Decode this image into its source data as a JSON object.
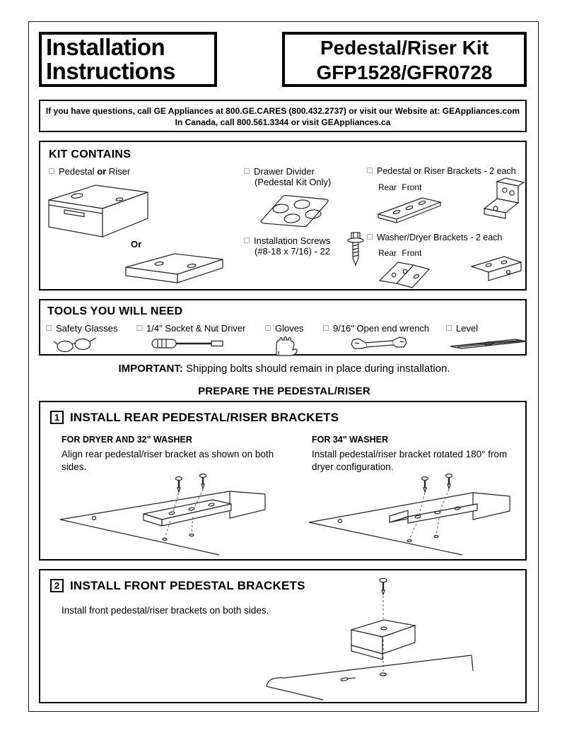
{
  "header": {
    "title_line1": "Installation",
    "title_line2": "Instructions",
    "product_line1": "Pedestal/Riser Kit",
    "product_line2": "GFP1528/GFR0728"
  },
  "contact": {
    "line1": "If you have questions, call GE Appliances at 800.GE.CARES (800.432.2737) or visit our Website at: GEAppliances.com",
    "line2": "In Canada, call 800.561.3344 or visit GEAppliances.ca"
  },
  "kit": {
    "title": "KIT CONTAINS",
    "pedestal_label_pre": "Pedestal ",
    "pedestal_label_bold": "or",
    "pedestal_label_post": " Riser",
    "or_label": "Or",
    "divider_label_line1": "Drawer Divider",
    "divider_label_line2": "(Pedestal Kit Only)",
    "screws_label_line1": "Installation Screws",
    "screws_label_line2": "(#8-18 x 7/16) - 22",
    "pr_brackets_label": "Pedestal or Riser Brackets - 2 each",
    "wd_brackets_label": "Washer/Dryer Brackets - 2 each",
    "rear_label": "Rear",
    "front_label": "Front"
  },
  "tools": {
    "title": "TOOLS YOU WILL NEED",
    "items": [
      {
        "label": "Safety Glasses",
        "icon": "safety-glasses-icon"
      },
      {
        "label": "1/4\" Socket & Nut Driver",
        "icon": "nut-driver-icon"
      },
      {
        "label": "Gloves",
        "icon": "gloves-icon"
      },
      {
        "label": "9/16\" Open end wrench",
        "icon": "open-end-wrench-icon"
      },
      {
        "label": "Level",
        "icon": "level-icon"
      }
    ]
  },
  "important": {
    "bold": "IMPORTANT:",
    "rest": " Shipping bolts should remain in place during installation."
  },
  "prepare_heading": "PREPARE THE PEDESTAL/RISER",
  "step1": {
    "number": "1",
    "title": "INSTALL REAR PEDESTAL/RISER BRACKETS",
    "left_heading": "FOR DRYER AND 32\" WASHER",
    "left_text": "Align rear pedestal/riser bracket as shown on both sides.",
    "right_heading": "FOR 34\" WASHER",
    "right_text": "Install pedestal/riser bracket rotated 180° from dryer configuration."
  },
  "step2": {
    "number": "2",
    "title": "INSTALL FRONT PEDESTAL BRACKETS",
    "text": "Install front pedestal/riser brackets on both sides."
  }
}
